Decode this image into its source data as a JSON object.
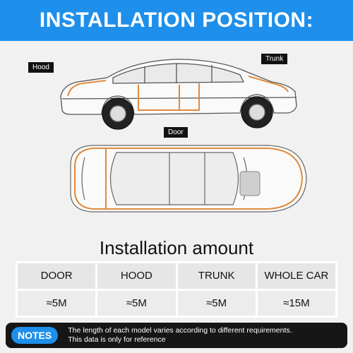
{
  "banner": {
    "title": "INSTALLATION POSITION:",
    "color": "#1e8fea"
  },
  "callouts": {
    "hood": "Hood",
    "trunk": "Trunk",
    "door": "Door"
  },
  "amount": {
    "title": "Installation amount",
    "headers": [
      "DOOR",
      "HOOD",
      "TRUNK",
      "WHOLE CAR"
    ],
    "values": [
      "≈5M",
      "≈5M",
      "≈5M",
      "≈15M"
    ]
  },
  "notes": {
    "badge": "NOTES",
    "line1": "The length of each model varies according to different requirements.",
    "line2": "This data is only for reference"
  },
  "colors": {
    "seal_line": "#e08a3c",
    "accent": "#1e8fea"
  }
}
